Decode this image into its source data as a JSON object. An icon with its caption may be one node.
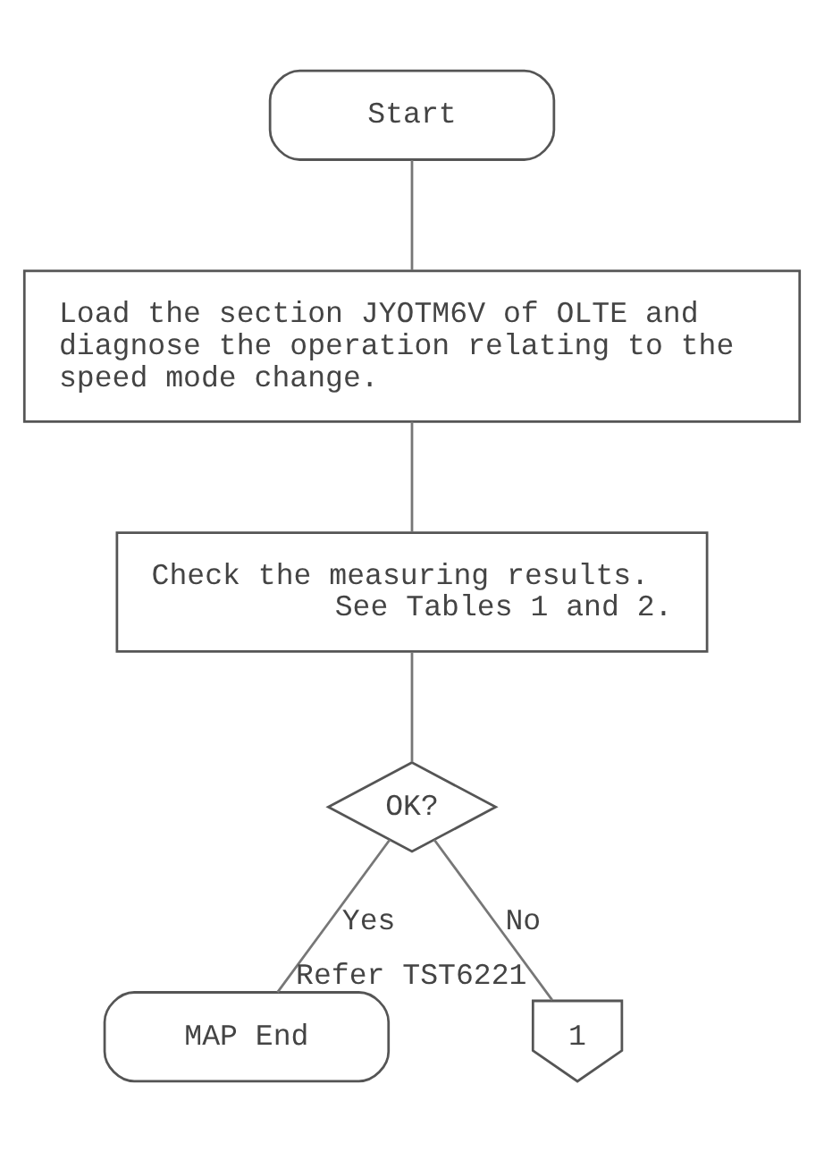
{
  "diagram": {
    "nodes": [
      {
        "text": [
          "Start"
        ]
      },
      {
        "text": [
          "Load the section JYOTM6V of OLTE and diagnose the operation relating to the speed mode change."
        ]
      },
      {
        "text": [
          "Check the measuring results.",
          "See Tables 1 and 2."
        ]
      },
      {
        "text": [
          "OK?"
        ]
      },
      {
        "text": [
          "MAP End"
        ]
      },
      {
        "text": [
          "1"
        ],
        "beside": [
          "Refer TST6221"
        ]
      }
    ],
    "edges": [
      {
        "from": 0,
        "to": 1,
        "arrow": "none"
      },
      {
        "from": 1,
        "to": 2,
        "arrow": "none"
      },
      {
        "from": 2,
        "to": 3,
        "arrow": "none"
      },
      {
        "from": 3,
        "to": 4,
        "arrow": "none",
        "label": "Yes"
      },
      {
        "from": 3,
        "to": 5,
        "arrow": "none",
        "label": "No"
      }
    ]
  }
}
